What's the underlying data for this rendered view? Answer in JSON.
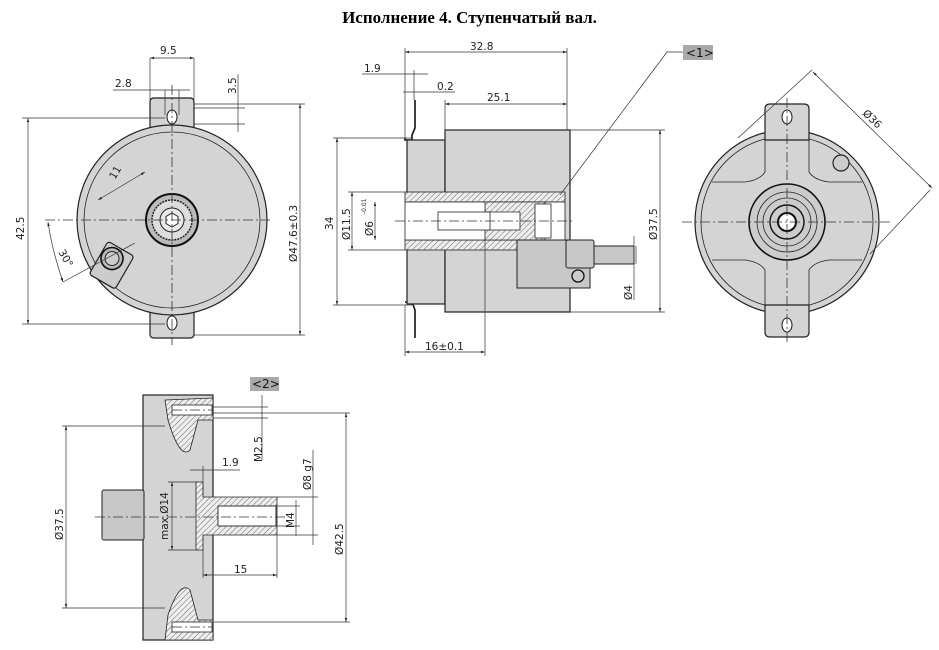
{
  "title": "Исполнение 4. Ступенчатый вал.",
  "views": {
    "front": {
      "dims": {
        "d1": "9.5",
        "d2": "2.8",
        "d3": "3.5",
        "d4": "42.5",
        "d5": "Ø47.6±0.3",
        "d6": "11",
        "d7": "30°"
      }
    },
    "side": {
      "dims": {
        "d1": "32.8",
        "d2": "1.9",
        "d3": "0.2",
        "d4": "25.1",
        "d5": "34",
        "d6": "Ø11.5",
        "d7": "Ø6",
        "d7_tol": "-0.01",
        "d8": "Ø37.5",
        "d9": "Ø4",
        "d10": "16±0.1"
      },
      "callout": "<1>"
    },
    "rear": {
      "dims": {
        "d1": "Ø36"
      }
    },
    "detail": {
      "callout": "<2>",
      "dims": {
        "d1": "M2.5",
        "d2": "1.9",
        "d3": "Ø8 g7",
        "d4": "Ø42.5",
        "d5": "Ø37.5",
        "d6": "max.Ø14",
        "d7": "M4",
        "d8": "15"
      }
    }
  }
}
